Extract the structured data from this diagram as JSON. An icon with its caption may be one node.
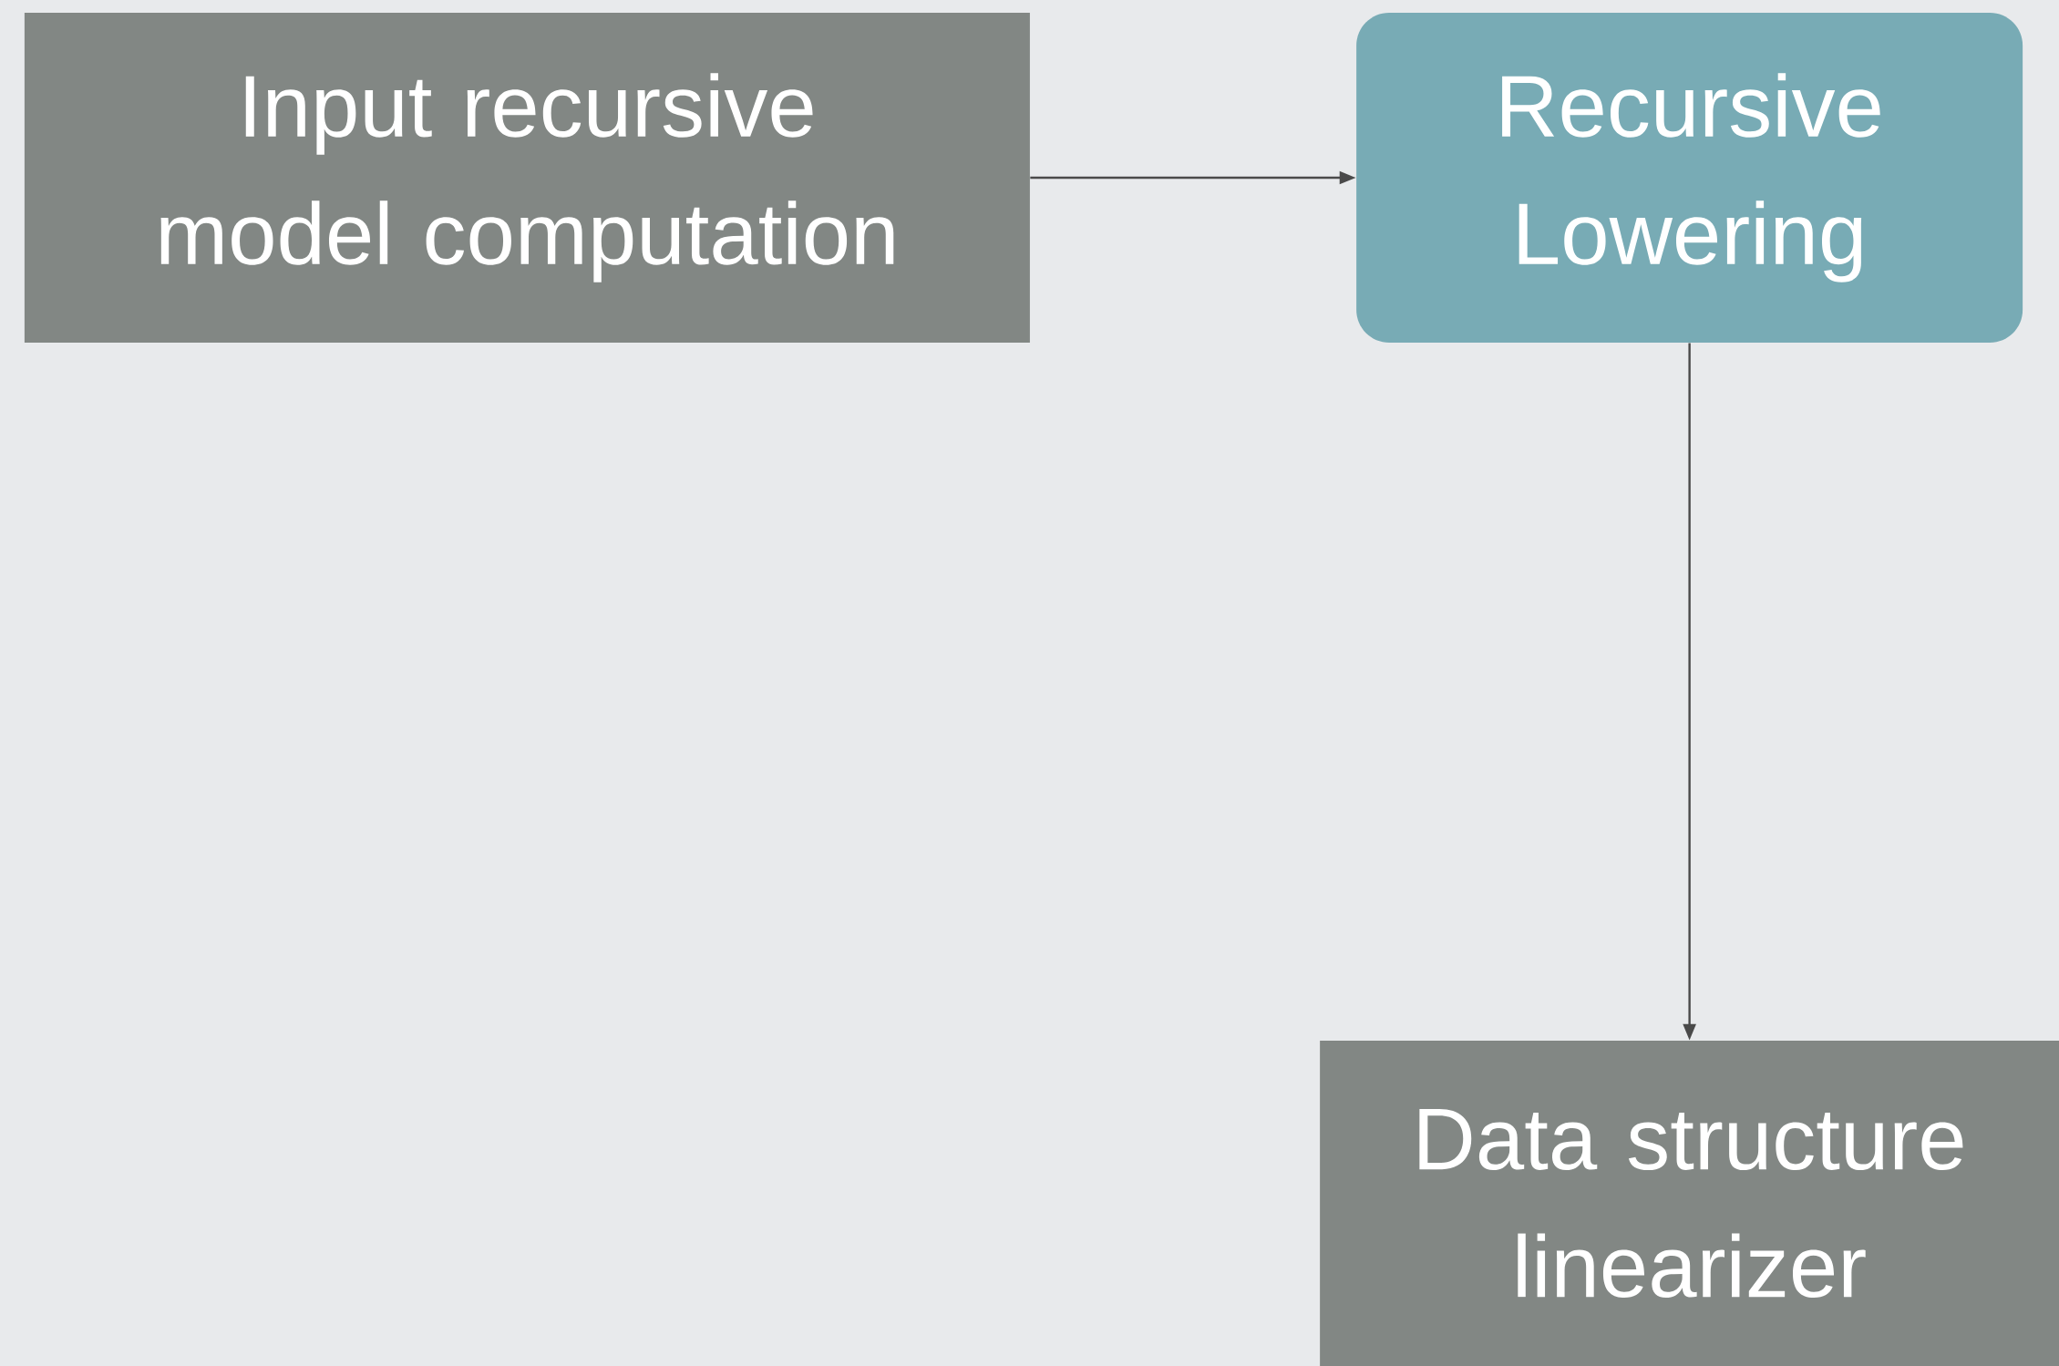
{
  "diagram": {
    "nodes": [
      {
        "text": [
          "Input recursive model computation"
        ]
      },
      {
        "text": [
          "Recursive Lowering"
        ]
      },
      {
        "text": [
          "Data structure linearizer"
        ]
      }
    ],
    "edges": [
      {
        "from": 0,
        "to": 1,
        "arrow": "to"
      },
      {
        "from": 1,
        "to": 2,
        "arrow": "to"
      }
    ]
  }
}
